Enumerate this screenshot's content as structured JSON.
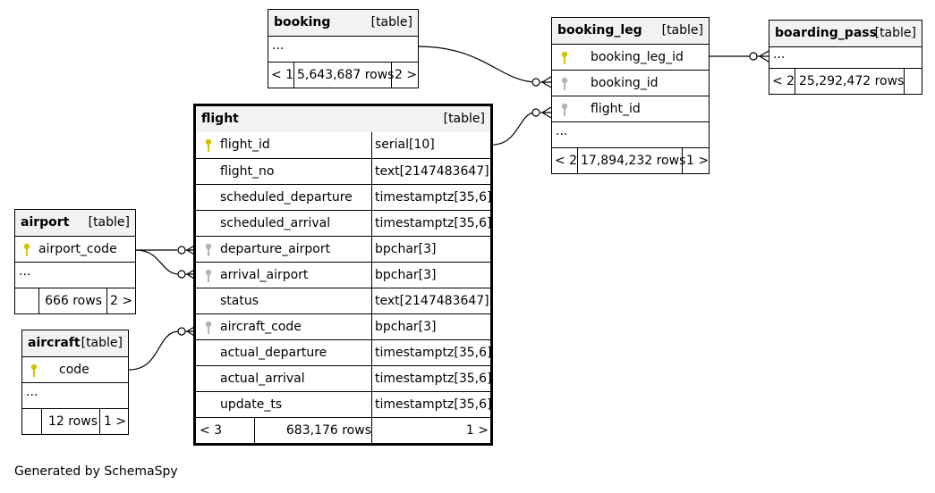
{
  "generated_by": "Generated by SchemaSpy",
  "tables": {
    "booking": {
      "name": "booking",
      "type": "[table]",
      "ellipsis": "...",
      "footer": {
        "left": "< 1",
        "rows": "5,643,687 rows",
        "right": "2 >"
      }
    },
    "booking_leg": {
      "name": "booking_leg",
      "type": "[table]",
      "columns": [
        "booking_leg_id",
        "booking_id",
        "flight_id"
      ],
      "ellipsis": "...",
      "footer": {
        "left": "< 2",
        "rows": "17,894,232 rows",
        "right": "1 >"
      }
    },
    "boarding_pass": {
      "name": "boarding_pass",
      "type": "[table]",
      "ellipsis": "...",
      "footer": {
        "left": "< 2",
        "rows": "25,292,472 rows",
        "right": ""
      }
    },
    "flight": {
      "name": "flight",
      "type": "[table]",
      "columns": [
        {
          "name": "flight_id",
          "type": "serial[10]"
        },
        {
          "name": "flight_no",
          "type": "text[2147483647]"
        },
        {
          "name": "scheduled_departure",
          "type": "timestamptz[35,6]"
        },
        {
          "name": "scheduled_arrival",
          "type": "timestamptz[35,6]"
        },
        {
          "name": "departure_airport",
          "type": "bpchar[3]"
        },
        {
          "name": "arrival_airport",
          "type": "bpchar[3]"
        },
        {
          "name": "status",
          "type": "text[2147483647]"
        },
        {
          "name": "aircraft_code",
          "type": "bpchar[3]"
        },
        {
          "name": "actual_departure",
          "type": "timestamptz[35,6]"
        },
        {
          "name": "actual_arrival",
          "type": "timestamptz[35,6]"
        },
        {
          "name": "update_ts",
          "type": "timestamptz[35,6]"
        }
      ],
      "footer": {
        "left": "< 3",
        "rows": "683,176 rows",
        "right": "1 >"
      }
    },
    "airport": {
      "name": "airport",
      "type": "[table]",
      "columns": [
        "airport_code"
      ],
      "ellipsis": "...",
      "footer": {
        "left": "",
        "rows": "666 rows",
        "right": "2 >"
      }
    },
    "aircraft": {
      "name": "aircraft",
      "type": "[table]",
      "columns": [
        "code"
      ],
      "ellipsis": "...",
      "footer": {
        "left": "",
        "rows": "12 rows",
        "right": "1 >"
      }
    }
  },
  "colors": {
    "primary_key": "#d4c400",
    "foreign_key": "#b3b3b3",
    "header_bg": "#f2f2f2"
  }
}
